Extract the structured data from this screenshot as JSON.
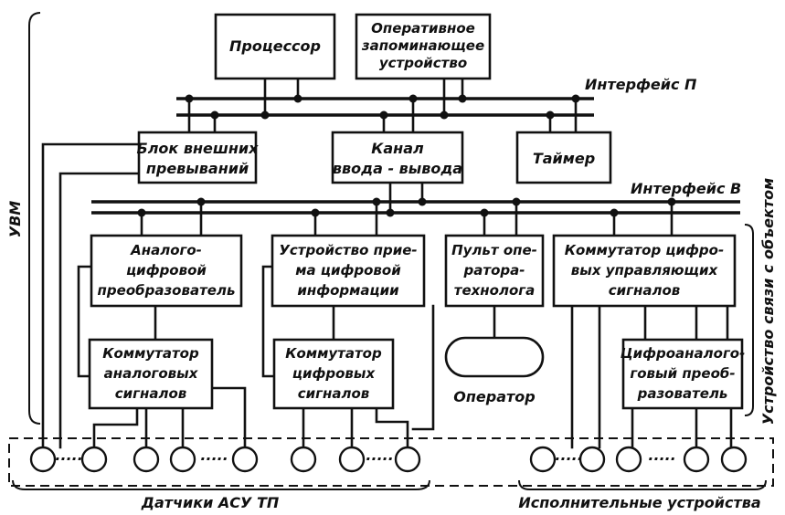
{
  "labels": {
    "processor": "Процессор",
    "ram": [
      "Оперативное",
      "запоминающее",
      "устройство"
    ],
    "interface_p": "Интерфейс П",
    "interrupts_block": [
      "Блок внешних",
      "превываний"
    ],
    "io_channel": [
      "Канал",
      "ввода - вывода"
    ],
    "timer": "Таймер",
    "interface_v": "Интерфейс В",
    "adc": [
      "Аналого-",
      "цифровой",
      "преобразователь"
    ],
    "digital_input": [
      "Устройство прие-",
      "ма цифровой",
      "информации"
    ],
    "operator_panel": [
      "Пульт опе-",
      "ратора-",
      "технолога"
    ],
    "digital_control_switch": [
      "Коммутатор цифро-",
      "вых управляющих",
      "сигналов"
    ],
    "analog_switch": [
      "Коммутатор",
      "аналоговых",
      "сигналов"
    ],
    "digital_switch": [
      "Коммутатор",
      "цифровых",
      "сигналов"
    ],
    "operator": "Оператор",
    "dac": [
      "Цифроаналого-",
      "говый преоб-",
      "разователь"
    ],
    "uvm": "УВМ",
    "object_link": "Устройство связи с объектом",
    "sensors": "Датчики АСУ ТП",
    "actuators": "Исполнительные устройства",
    "ellipsis": "·····"
  }
}
